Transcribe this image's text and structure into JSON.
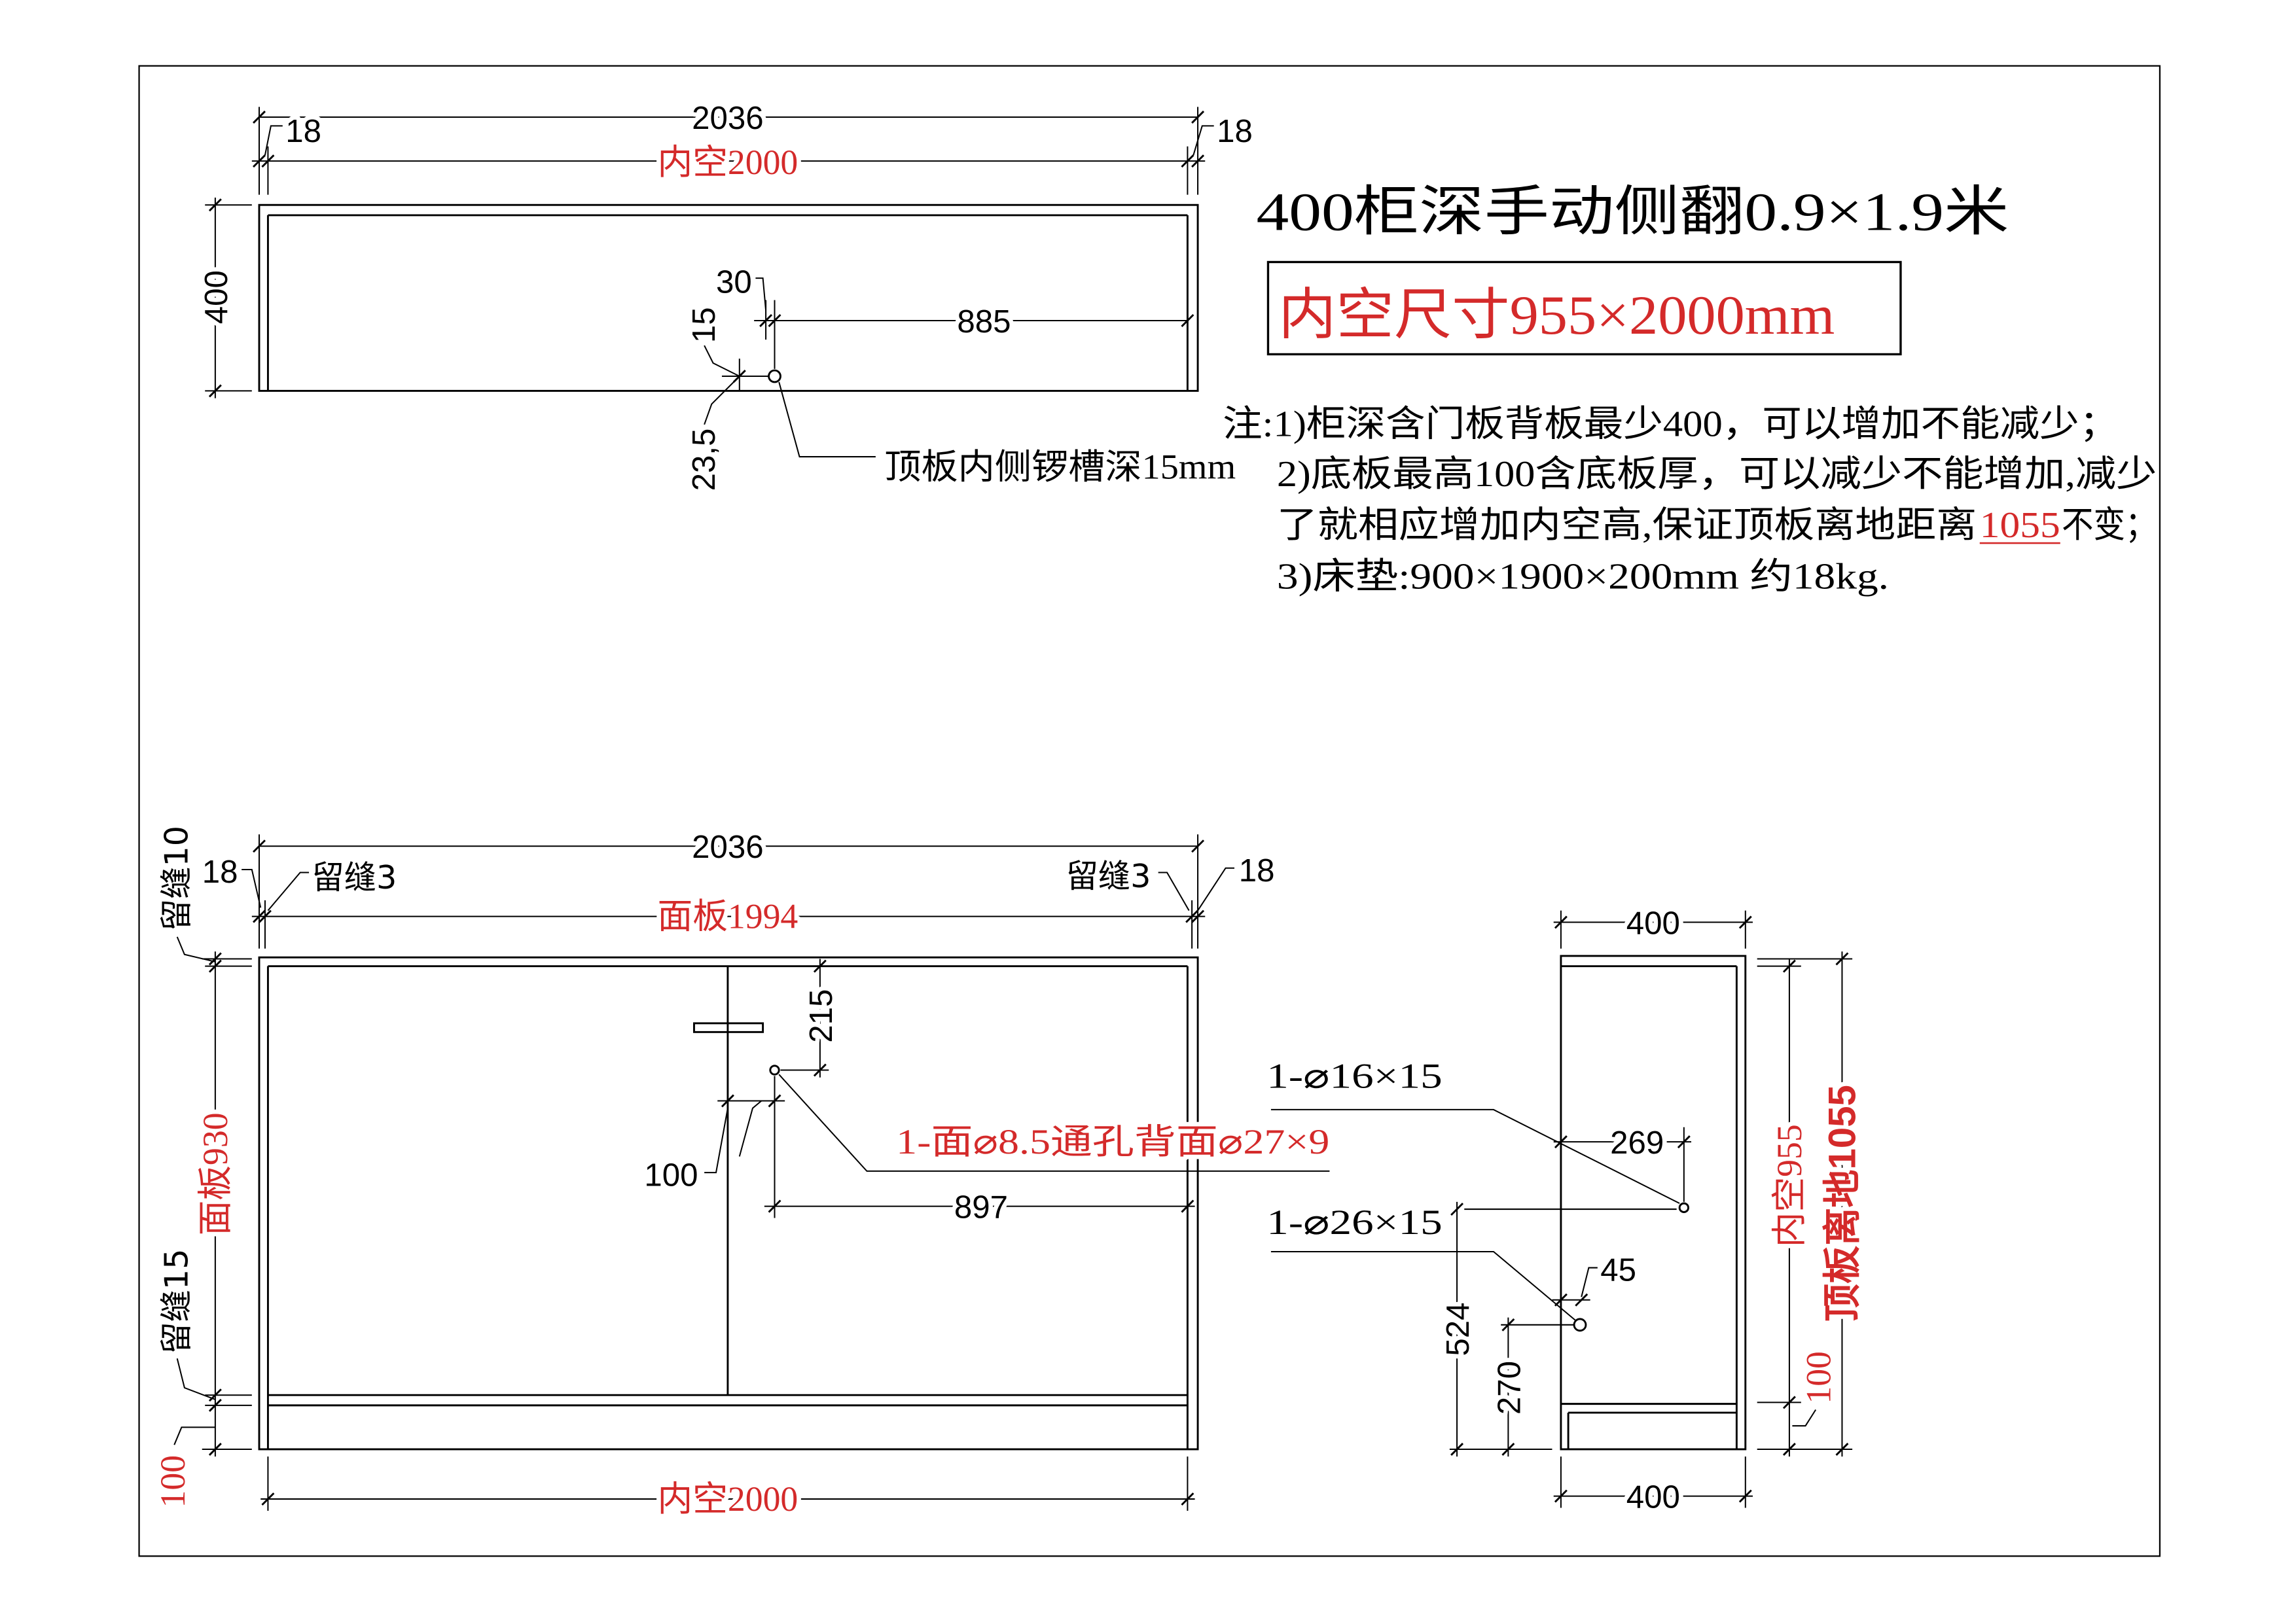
{
  "title": "400柜深手动侧翻0.9×1.9米",
  "size_box": "内空尺寸955×2000mm",
  "notes": {
    "line1": "注:1)柜深含门板背板最少400，可以增加不能减少；",
    "line2": "2)底板最高100含底板厚，可以减少不能增加,减少",
    "line3_start": "了就相应增加内空高,保证顶板离地距离",
    "line3_value": "1055",
    "line3_end": "不变；",
    "line4": "3)床垫:900×1900×200mm 约18kg."
  },
  "top_view": {
    "overall_width": "2036",
    "left_side": "18",
    "right_side": "18",
    "inner_width": "内空2000",
    "depth": "400",
    "offset_small": "30",
    "offset_large": "885",
    "groove_width": "15",
    "groove_offset": "23,5",
    "groove_note": "顶板内侧锣槽深15mm"
  },
  "front_view": {
    "overall_width": "2036",
    "left_side": "18",
    "right_side": "18",
    "left_gap": "留缝3",
    "right_gap": "留缝3",
    "panel_width": "面板1994",
    "top_gap": "留缝10",
    "panel_height": "面板930",
    "bottom_gap": "留缝15",
    "base_height": "100",
    "hole_from_top": "215",
    "hole_from_center": "100",
    "hole_to_side": "897",
    "hole_note": "1-面⌀8.5通孔背面⌀27×9",
    "inner_width": "内空2000"
  },
  "side_view": {
    "depth_top": "400",
    "depth_bottom": "400",
    "upper_hole_note": "1-⌀16×15",
    "upper_hole_depth": "269",
    "lower_hole_note": "1-⌀26×15",
    "lower_hole_offset": "45",
    "upper_hole_height": "524",
    "lower_hole_height": "270",
    "inner_height": "内空955",
    "top_to_floor": "顶板离地1055",
    "base_height": "100"
  },
  "colors": {
    "line": "#000000",
    "accent": "#d42a2a",
    "background": "#ffffff"
  }
}
